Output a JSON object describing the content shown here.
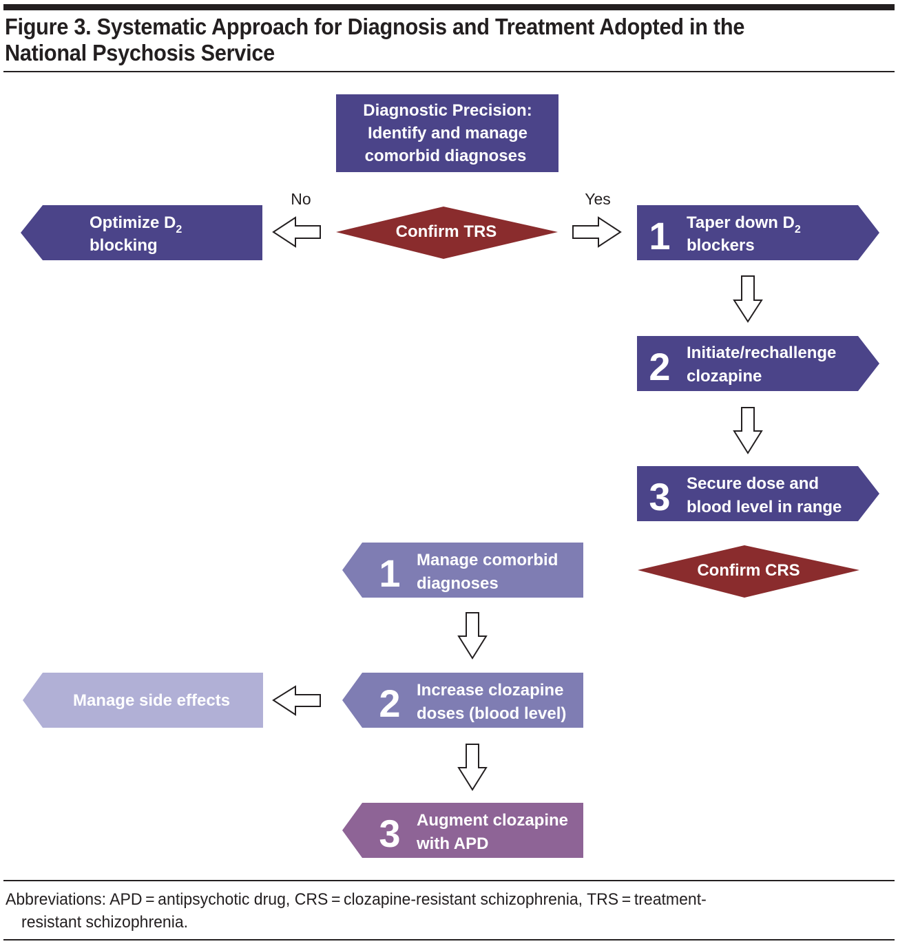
{
  "figure": {
    "title": "Figure 3. Systematic Approach for Diagnosis and Treatment Adopted in the National Psychosis Service",
    "title_line1": "Figure 3. Systematic Approach for Diagnosis and Treatment Adopted in the",
    "title_line2": "National Psychosis Service"
  },
  "colors": {
    "dark_purple": "#4b4489",
    "medium_purple": "#7f7db3",
    "light_purple": "#b1b0d6",
    "mauve": "#8e6496",
    "dark_red": "#8a2c2d",
    "arrow_stroke": "#231f20"
  },
  "nodes": {
    "diagnostic_precision": {
      "lines": [
        "Diagnostic Precision:",
        "Identify and manage",
        "comorbid diagnoses"
      ]
    },
    "confirm_trs": {
      "label": "Confirm TRS"
    },
    "optimize_d2": {
      "line1": "Optimize D",
      "line1_sub": "2",
      "line2": "blocking"
    },
    "yes_steps": [
      {
        "number": "1",
        "line1": "Taper down D",
        "line1_sub": "2",
        "line2": "blockers"
      },
      {
        "number": "2",
        "line1": "Initiate/rechallenge",
        "line2": "clozapine"
      },
      {
        "number": "3",
        "line1": "Secure dose and",
        "line2": "blood level in range"
      }
    ],
    "confirm_crs": {
      "label": "Confirm CRS"
    },
    "crs_steps": [
      {
        "number": "1",
        "line1": "Manage comorbid",
        "line2": "diagnoses"
      },
      {
        "number": "2",
        "line1": "Increase clozapine",
        "line2": "doses (blood level)"
      },
      {
        "number": "3",
        "line1": "Augment clozapine",
        "line2": "with APD"
      }
    ],
    "manage_side_effects": {
      "label": "Manage side effects"
    }
  },
  "edge_labels": {
    "no": "No",
    "yes": "Yes"
  },
  "footnote": {
    "text": "Abbreviations: APD = antipsychotic drug, CRS = clozapine-resistant schizophrenia, TRS = treatment-resistant schizophrenia.",
    "line1": "Abbreviations: APD = antipsychotic drug, CRS = clozapine-resistant schizophrenia, TRS = treatment-",
    "line2": "resistant schizophrenia."
  }
}
